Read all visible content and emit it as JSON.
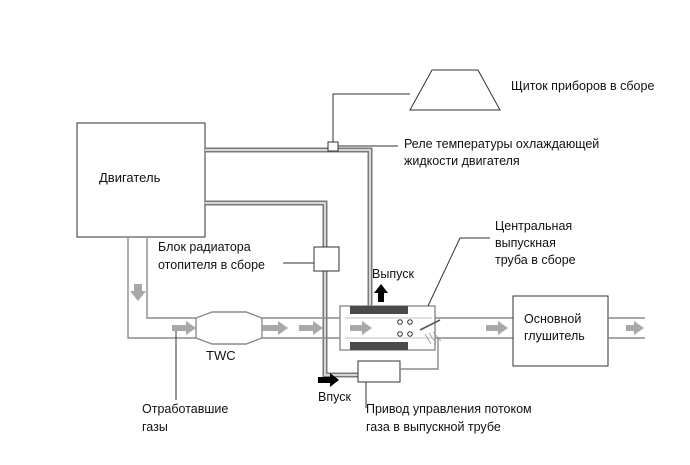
{
  "labels": {
    "engine": "Двигатель",
    "instrument_panel": "Щиток приборов в сборе",
    "temp_relay_line1": "Реле температуры охлаждающей",
    "temp_relay_line2": "жидкости двигателя",
    "central_pipe_line1": "Центральная",
    "central_pipe_line2": "выпускная",
    "central_pipe_line3": "труба в сборе",
    "heater_block_line1": "Блок радиатора",
    "heater_block_line2": "отопителя в сборе",
    "outlet": "Выпуск",
    "inlet": "Впуск",
    "main_muffler_line1": "Основной",
    "main_muffler_line2": "глушитель",
    "twc": "TWC",
    "exhaust_gas_line1": "Отработавшие",
    "exhaust_gas_line2": "газы",
    "actuator_line1": "Привод управления потоком",
    "actuator_line2": "газа в выпускной трубе"
  },
  "colors": {
    "line": "#333333",
    "exhaust_flow": "#a8a8a8",
    "coolant_pipe": "#7a7a7a",
    "coolant_arrow": "#000000",
    "background": "#ffffff"
  }
}
